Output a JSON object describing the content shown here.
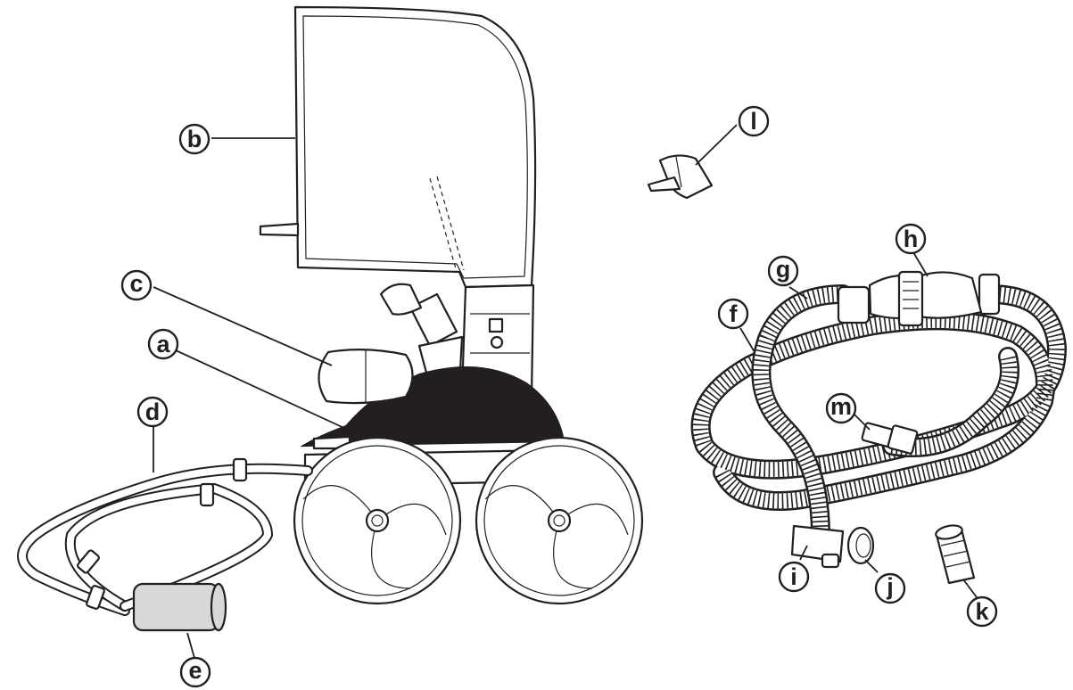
{
  "callouts": {
    "a": "a",
    "b": "b",
    "c": "c",
    "d": "d",
    "e": "e",
    "f": "f",
    "g": "g",
    "h": "h",
    "i": "i",
    "j": "j",
    "k": "k",
    "l": "l",
    "m": "m"
  },
  "colors": {
    "ink": "#231f20",
    "paper": "#ffffff",
    "filter_speckle": "#d8d8d8"
  }
}
